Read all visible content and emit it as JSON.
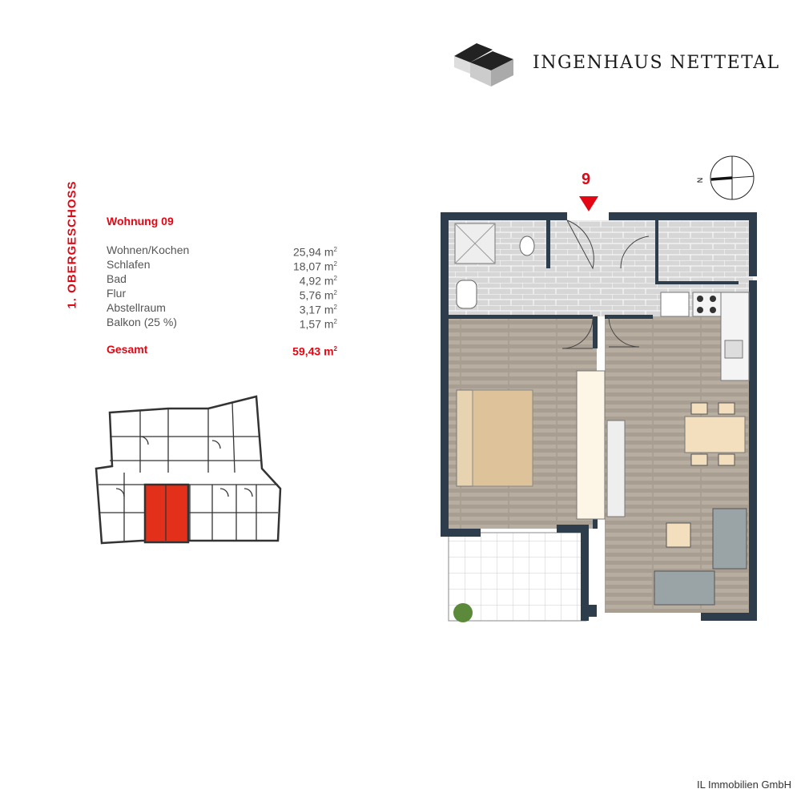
{
  "brand": {
    "name": "INGENHAUS NETTETAL"
  },
  "floor": "1. OBERGESCHOSS",
  "apartment": {
    "title": "Wohnung 09",
    "rooms": [
      {
        "name": "Wohnen/Kochen",
        "area": "25,94 m",
        "sup": "2"
      },
      {
        "name": "Schlafen",
        "area": "18,07 m",
        "sup": "2"
      },
      {
        "name": "Bad",
        "area": "4,92 m",
        "sup": "2"
      },
      {
        "name": "Flur",
        "area": "5,76 m",
        "sup": "2"
      },
      {
        "name": "Abstellraum",
        "area": "3,17 m",
        "sup": "2"
      },
      {
        "name": "Balkon (25 %)",
        "area": "1,57 m",
        "sup": "2"
      }
    ],
    "total": {
      "label": "Gesamt",
      "area": "59,43 m",
      "sup": "2"
    }
  },
  "plan": {
    "unit_number": "9",
    "compass_label": "N",
    "highlight_color": "#e3301a",
    "wall_color": "#2e3d4c",
    "accent": "#e30613"
  },
  "footer": "IL Immobilien GmbH"
}
